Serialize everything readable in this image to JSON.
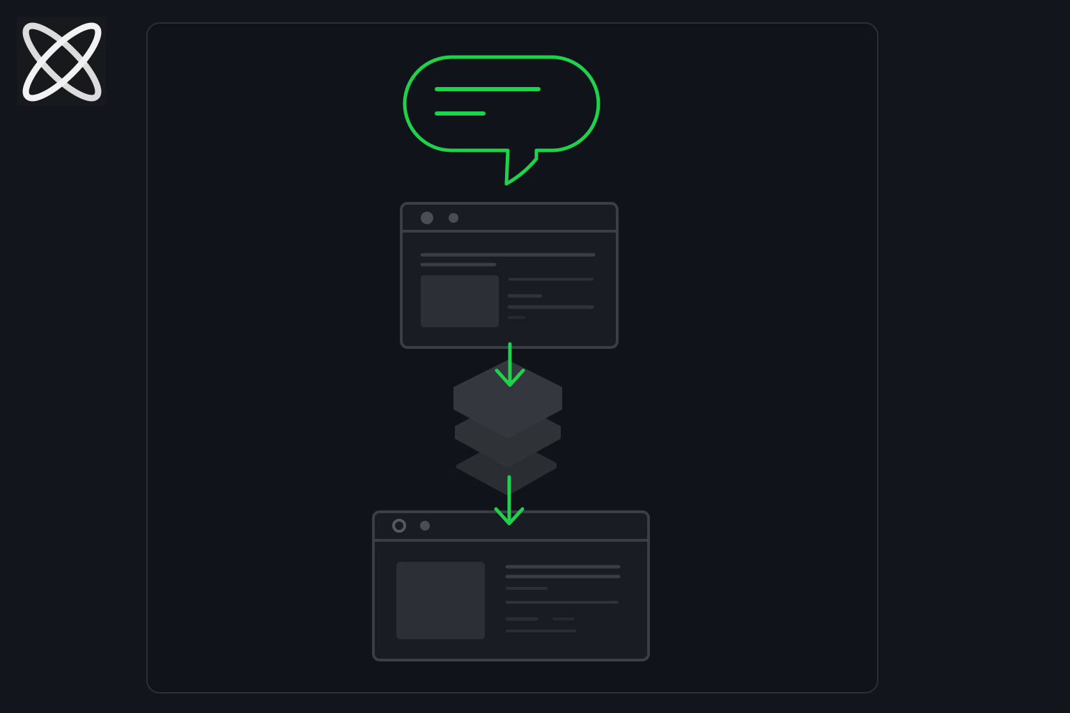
{
  "colors": {
    "page_background": "#12161c",
    "panel_background": "#10141a",
    "panel_border": "#2b3038",
    "accent_green": "#1fd24b",
    "window_frame": "#3a3e46",
    "window_fill": "#191c22",
    "placeholder_block": "#2c2f35",
    "placeholder_line": "#3a3d44",
    "stack_layer": "#34373d",
    "logo_white": "#f2f2f2",
    "logo_tile": "#17191d"
  },
  "icons": {
    "logo": "crossed-ellipses-logo",
    "message": "speech-bubble-icon",
    "top_window": "browser-window-icon",
    "stack": "layer-stack-icon",
    "bottom_window": "browser-window-icon",
    "arrows": "arrow-down-icon"
  },
  "flow": [
    "speech-bubble",
    "browser-window",
    "layer-stack",
    "browser-window"
  ]
}
